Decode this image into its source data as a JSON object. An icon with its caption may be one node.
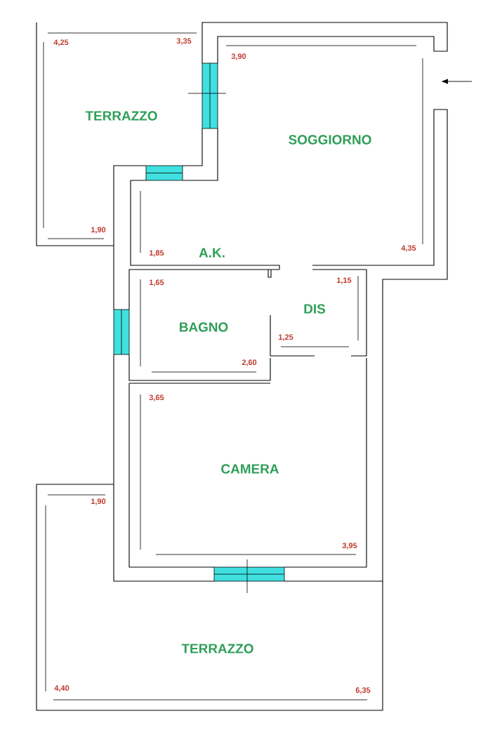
{
  "diagram": {
    "labels": [
      "4,25",
      "3,35",
      "3,90",
      "TERRAZZO",
      "SOGGIORNO",
      "1,90",
      "1,85",
      "A.K.",
      "4,35",
      "1,65",
      "1,15",
      "DIS",
      "BAGNO",
      "1,25",
      "2,60",
      "3,65",
      "CAMERA",
      "1,90",
      "3,95",
      "TERRAZZO",
      "4,40",
      "6,35"
    ]
  }
}
